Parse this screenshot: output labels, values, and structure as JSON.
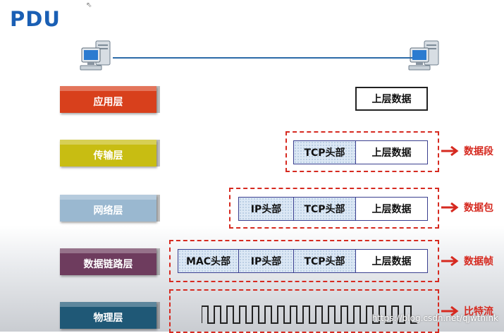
{
  "title": "PDU",
  "layers": [
    {
      "label": "应用层",
      "color": "#d8401c"
    },
    {
      "label": "传输层",
      "color": "#c8bd12"
    },
    {
      "label": "网络层",
      "color": "#9ab8d0"
    },
    {
      "label": "数据链路层",
      "color": "#6e3c5e"
    },
    {
      "label": "物理层",
      "color": "#1f5876"
    }
  ],
  "fields": {
    "upper_data": "上层数据",
    "tcp_header": "TCP头部",
    "ip_header": "IP头部",
    "mac_header": "MAC头部"
  },
  "pdu_names": {
    "segment": "数据段",
    "packet": "数据包",
    "frame": "数据帧",
    "bitstream": "比特流"
  },
  "watermark": "https://blog.csdn.net/qjwthink",
  "colors": {
    "accent": "#d62a20",
    "header_fill": "#dce8f5",
    "link_line": "#2d6aa8",
    "title": "#1a5fb4"
  }
}
